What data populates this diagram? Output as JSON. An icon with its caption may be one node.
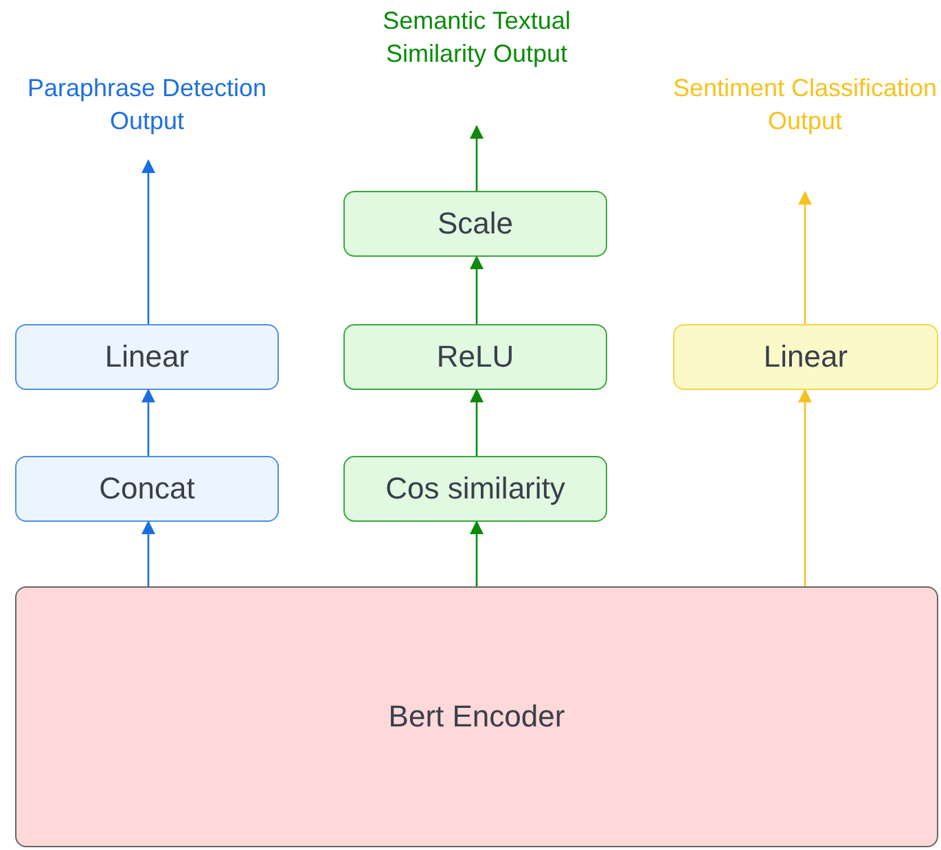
{
  "diagram": {
    "nodes": [
      {
        "text": [
          "Semantic Textual Similarity Output"
        ]
      },
      {
        "text": [
          "Paraphrase Detection Output"
        ]
      },
      {
        "text": [
          "Sentiment Classification Output"
        ]
      },
      {
        "text": [
          "Scale"
        ]
      },
      {
        "text": [
          "Linear"
        ]
      },
      {
        "text": [
          "ReLU"
        ]
      },
      {
        "text": [
          "Linear"
        ]
      },
      {
        "text": [
          "Concat"
        ]
      },
      {
        "text": [
          "Cos similarity"
        ]
      },
      {
        "text": [
          "Bert Encoder"
        ]
      }
    ],
    "edges": [
      {
        "from": 9,
        "to": 7,
        "arrow": "to",
        "color": "#1a6fe0"
      },
      {
        "from": 7,
        "to": 4,
        "arrow": "to",
        "color": "#1a6fe0"
      },
      {
        "from": 4,
        "to": 1,
        "arrow": "to",
        "color": "#1a6fe0"
      },
      {
        "from": 9,
        "to": 8,
        "arrow": "to",
        "color": "#0b8a0b"
      },
      {
        "from": 8,
        "to": 5,
        "arrow": "to",
        "color": "#0b8a0b"
      },
      {
        "from": 5,
        "to": 3,
        "arrow": "to",
        "color": "#0b8a0b"
      },
      {
        "from": 3,
        "to": 0,
        "arrow": "to",
        "color": "#0b8a0b"
      },
      {
        "from": 9,
        "to": 6,
        "arrow": "to",
        "color": "#f7c21f"
      },
      {
        "from": 6,
        "to": 2,
        "arrow": "to",
        "color": "#f7c21f"
      }
    ]
  }
}
